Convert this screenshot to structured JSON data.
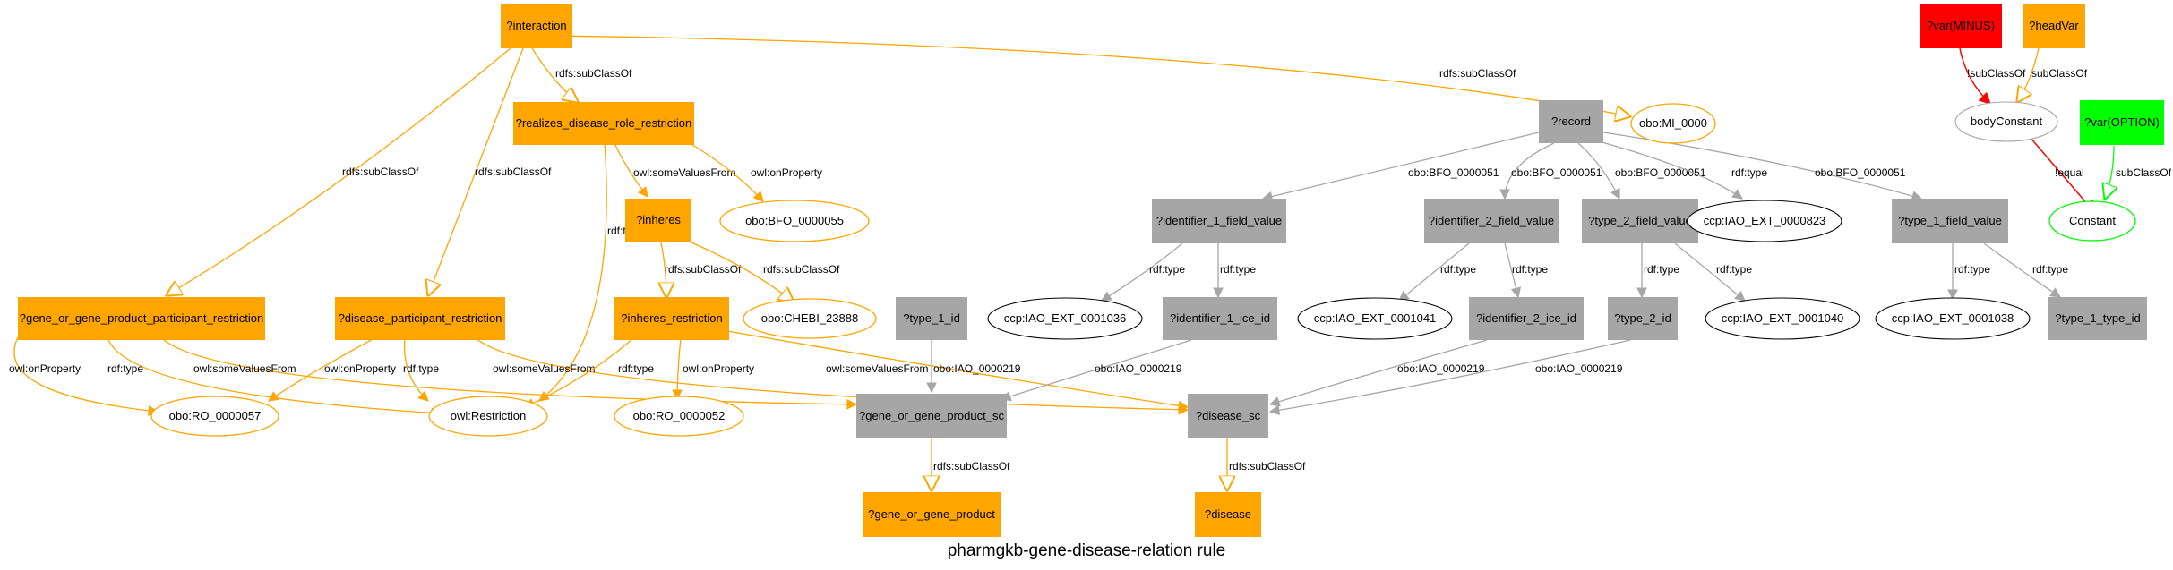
{
  "title": "pharmgkb-gene-disease-relation rule",
  "colors": {
    "orange": "#FFA500",
    "gray": "#A6A6A6",
    "red": "#FF0000",
    "green": "#00FF00",
    "dark_gray_edge": "#A6A6A6",
    "black": "#000000",
    "white": "#FFFFFF"
  },
  "nodes": {
    "interaction": "?interaction",
    "realizes": "?realizes_disease_role_restriction",
    "mi0000": "obo:MI_0000",
    "inheres": "?inheres",
    "bfo55": "obo:BFO_0000055",
    "gene_restr": "?gene_or_gene_product_participant_restriction",
    "disease_restr": "?disease_participant_restriction",
    "inheres_restr": "?inheres_restriction",
    "chebi": "obo:CHEBI_23888",
    "type1id": "?type_1_id",
    "ro57": "obo:RO_0000057",
    "owlrestr": "owl:Restriction",
    "ro52": "obo:RO_0000052",
    "gene_sc": "?gene_or_gene_product_sc",
    "disease_sc": "?disease_sc",
    "gene": "?gene_or_gene_product",
    "disease": "?disease",
    "record": "?record",
    "id1fv": "?identifier_1_field_value",
    "id2fv": "?identifier_2_field_value",
    "t2fv": "?type_2_field_value",
    "iao823": "ccp:IAO_EXT_0000823",
    "t1fv": "?type_1_field_value",
    "iao1036": "ccp:IAO_EXT_0001036",
    "id1ice": "?identifier_1_ice_id",
    "iao1041": "ccp:IAO_EXT_0001041",
    "id2ice": "?identifier_2_ice_id",
    "t2id": "?type_2_id",
    "iao1040": "ccp:IAO_EXT_0001040",
    "iao1038": "ccp:IAO_EXT_0001038",
    "t1typeid": "?type_1_type_id",
    "varminus": "?var(MINUS)",
    "headvar": "?headVar",
    "bodyconstant": "bodyConstant",
    "varoption": "?var(OPTION)",
    "constant": "Constant"
  },
  "edge_labels": {
    "rdfs_subclassof": "rdfs:subClassOf",
    "owl_somevaluesfrom": "owl:someValuesFrom",
    "owl_onproperty": "owl:onProperty",
    "rdf_type": "rdf:type",
    "bfo51": "obo:BFO_0000051",
    "iao219": "obo:IAO_0000219",
    "not_subclassof": "!subClassOf",
    "subclassof": "subClassOf",
    "not_equal": "!equal"
  }
}
